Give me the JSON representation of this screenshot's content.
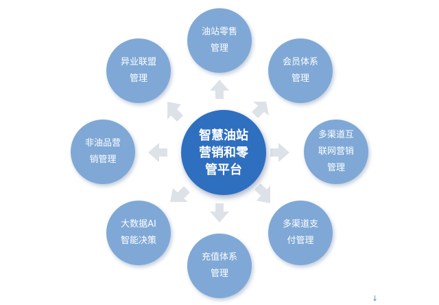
{
  "diagram": {
    "center": "智慧油站\n营销和零\n管平台",
    "nodes": [
      {
        "id": "n1",
        "label": "油站零售\n管理"
      },
      {
        "id": "n2",
        "label": "会员体系\n管理"
      },
      {
        "id": "n3",
        "label": "多渠道互\n联网营销\n管理"
      },
      {
        "id": "n4",
        "label": "多渠道支\n付管理"
      },
      {
        "id": "n5",
        "label": "充值体系\n管理"
      },
      {
        "id": "n6",
        "label": "大数据AI\n智能决策"
      },
      {
        "id": "n7",
        "label": "非油品营\n销管理"
      },
      {
        "id": "n8",
        "label": "异业联盟\n管理"
      }
    ],
    "colors": {
      "center": "#2f6fc0",
      "node": "#7fa8d6",
      "arrow": "#dde2e8"
    }
  },
  "footer_mark": "↓"
}
